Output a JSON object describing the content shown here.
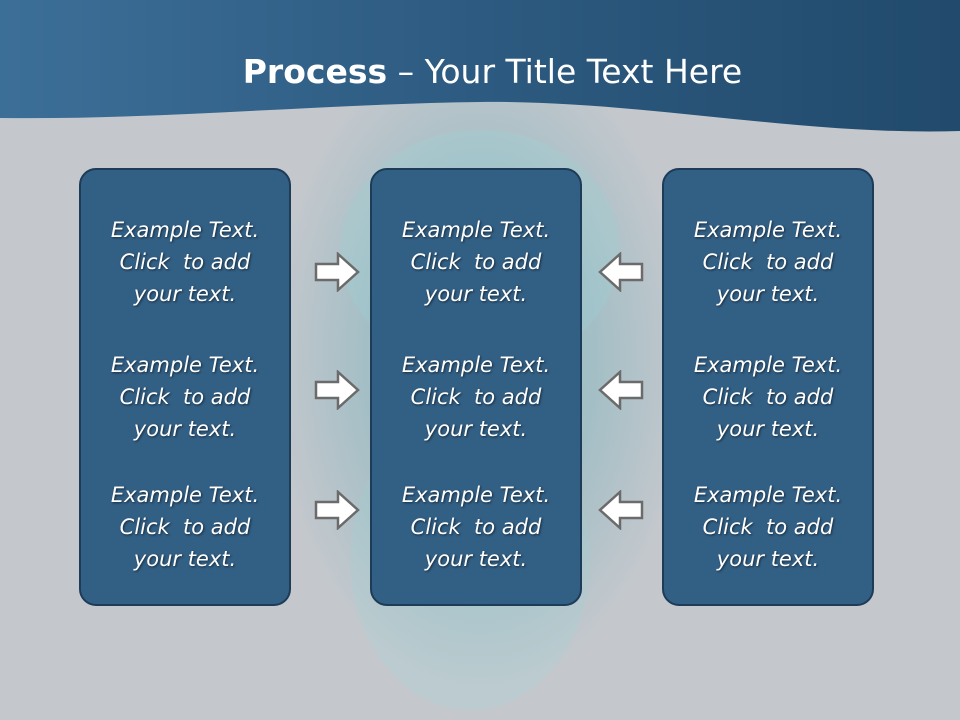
{
  "title": {
    "bold": "Process",
    "rest": " – Your Title Text Here"
  },
  "colors": {
    "header": "#2d5a80",
    "box_fill": "#325f84",
    "box_border": "#1e3b57",
    "background": "#c4c8cd",
    "arrow_fill": "#ffffff",
    "arrow_stroke": "#6b6b6b"
  },
  "columns": [
    {
      "arrow_icon": "arrow-right-icon",
      "items": [
        [
          "Example Text.",
          "Click  to add",
          "your text."
        ],
        [
          "Example Text.",
          "Click  to add",
          "your text."
        ],
        [
          "Example Text.",
          "Click  to add",
          "your text."
        ]
      ]
    },
    {
      "items": [
        [
          "Example Text.",
          "Click  to add",
          "your text."
        ],
        [
          "Example Text.",
          "Click  to add",
          "your text."
        ],
        [
          "Example Text.",
          "Click  to add",
          "your text."
        ]
      ]
    },
    {
      "arrow_icon": "arrow-left-icon",
      "items": [
        [
          "Example Text.",
          "Click  to add",
          "your text."
        ],
        [
          "Example Text.",
          "Click  to add",
          "your text."
        ],
        [
          "Example Text.",
          "Click  to add",
          "your text."
        ]
      ]
    }
  ]
}
